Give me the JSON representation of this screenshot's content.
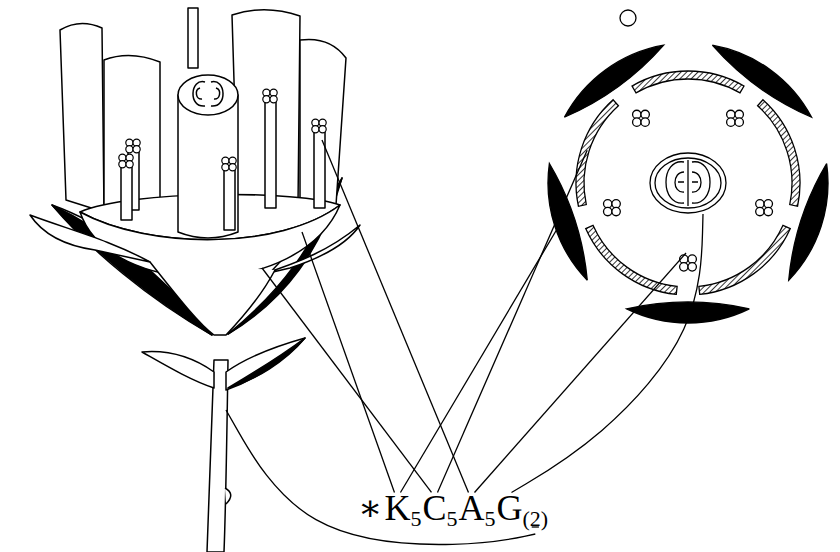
{
  "diagram": {
    "labels": [
      "∗",
      "K",
      "5",
      "C",
      "5",
      "A",
      "5",
      "G",
      "(2)"
    ]
  }
}
